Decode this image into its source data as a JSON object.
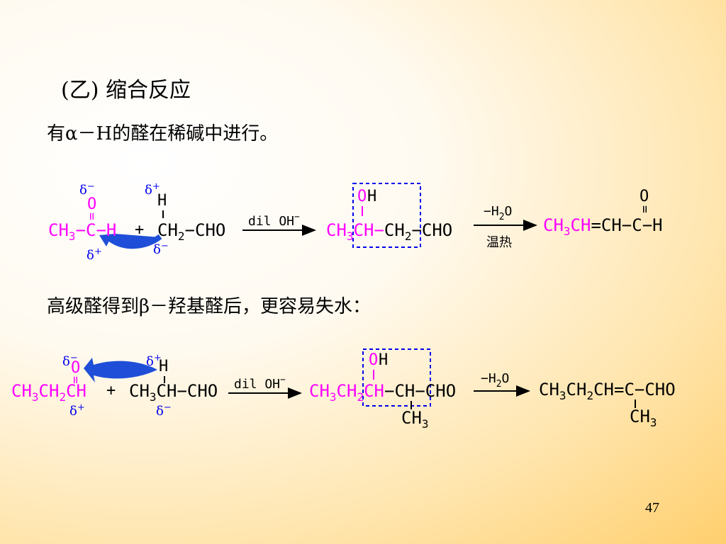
{
  "slide": {
    "heading": "(乙) 缩合反应",
    "line1": "有α－H的醛在稀碱中进行。",
    "line2": "高级醛得到β－羟基醛后，更容易失水：",
    "page_number": "47"
  },
  "colors": {
    "magenta": "#ff00ff",
    "blue": "#0000ee",
    "black": "#000000"
  },
  "reaction1": {
    "delta_minus": "δ",
    "delta_plus": "δ",
    "minus_sup": "−",
    "plus_sup": "+",
    "O": "O",
    "H": "H",
    "eq": "=",
    "reactant1_ch": "CH",
    "sub3": "3",
    "reactant1_tail": "−C−H",
    "plus_sign": "+",
    "reactant2_ch": "CH",
    "sub2": "2",
    "reactant2_tail": "−CHO",
    "condition": "dil OH",
    "condition_sup": "−",
    "product_ch3": "CH",
    "product_ch_link": "CH−",
    "product_ch2": "CH",
    "product_tail": "−CHO",
    "OH": "OH",
    "minus_water": "−H",
    "water_o": "O",
    "warm": "温热",
    "final_left": "CH",
    "final_ch": "CH",
    "final_mid": "=CH−C−H",
    "final_O": "O"
  },
  "reaction2": {
    "delta": "δ",
    "minus_sup": "−",
    "plus_sup": "+",
    "O": "O",
    "H": "H",
    "r1_a": "CH",
    "r1_b": "CH",
    "r1_c": "CH",
    "plus_sign": "+",
    "r2_a": "CH",
    "r2_tail": "CH−CHO",
    "condition": "dil OH",
    "condition_sup": "−",
    "p_a": "CH",
    "p_b": "CH",
    "p_c": "CH",
    "p_tail": "−CH−CHO",
    "OH": "OH",
    "p_branch": "CH",
    "minus_water": "−H",
    "water_o": "O",
    "f_main": "CH",
    "f_b": "CH",
    "f_tail": "CH=C−CHO",
    "f_branch": "CH"
  }
}
